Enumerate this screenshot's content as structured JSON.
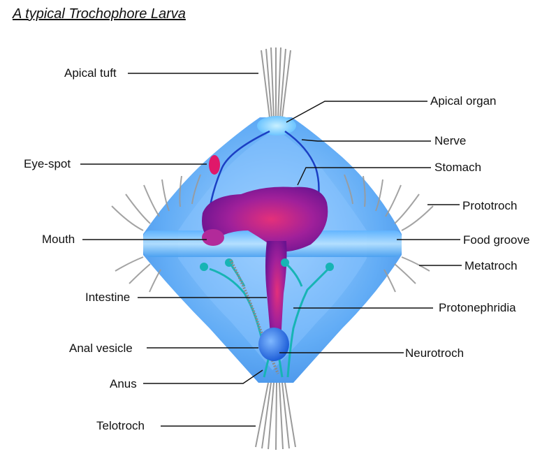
{
  "title": "A typical Trochophore Larva",
  "labels": {
    "apical_tuft": "Apical tuft",
    "apical_organ": "Apical organ",
    "nerve": "Nerve",
    "eye_spot": "Eye-spot",
    "stomach": "Stomach",
    "prototroch": "Prototroch",
    "mouth": "Mouth",
    "food_groove": "Food groove",
    "metatroch": "Metatroch",
    "intestine": "Intestine",
    "protonephridia": "Protonephridia",
    "anal_vesicle": "Anal vesicle",
    "neurotroch": "Neurotroch",
    "anus": "Anus",
    "telotroch": "Telotroch"
  },
  "colors": {
    "body": "#5aa8f5",
    "body_inner": "#8cc6ff",
    "ciliary_band": "#7cc8ff",
    "gut": "#8b1fa3",
    "gut_highlight": "#e0307a",
    "nerve": "#1b3fc4",
    "protonephridia": "#17b4b4",
    "eye_spot": "#e0186a",
    "cilia": "#9a9a9a"
  }
}
